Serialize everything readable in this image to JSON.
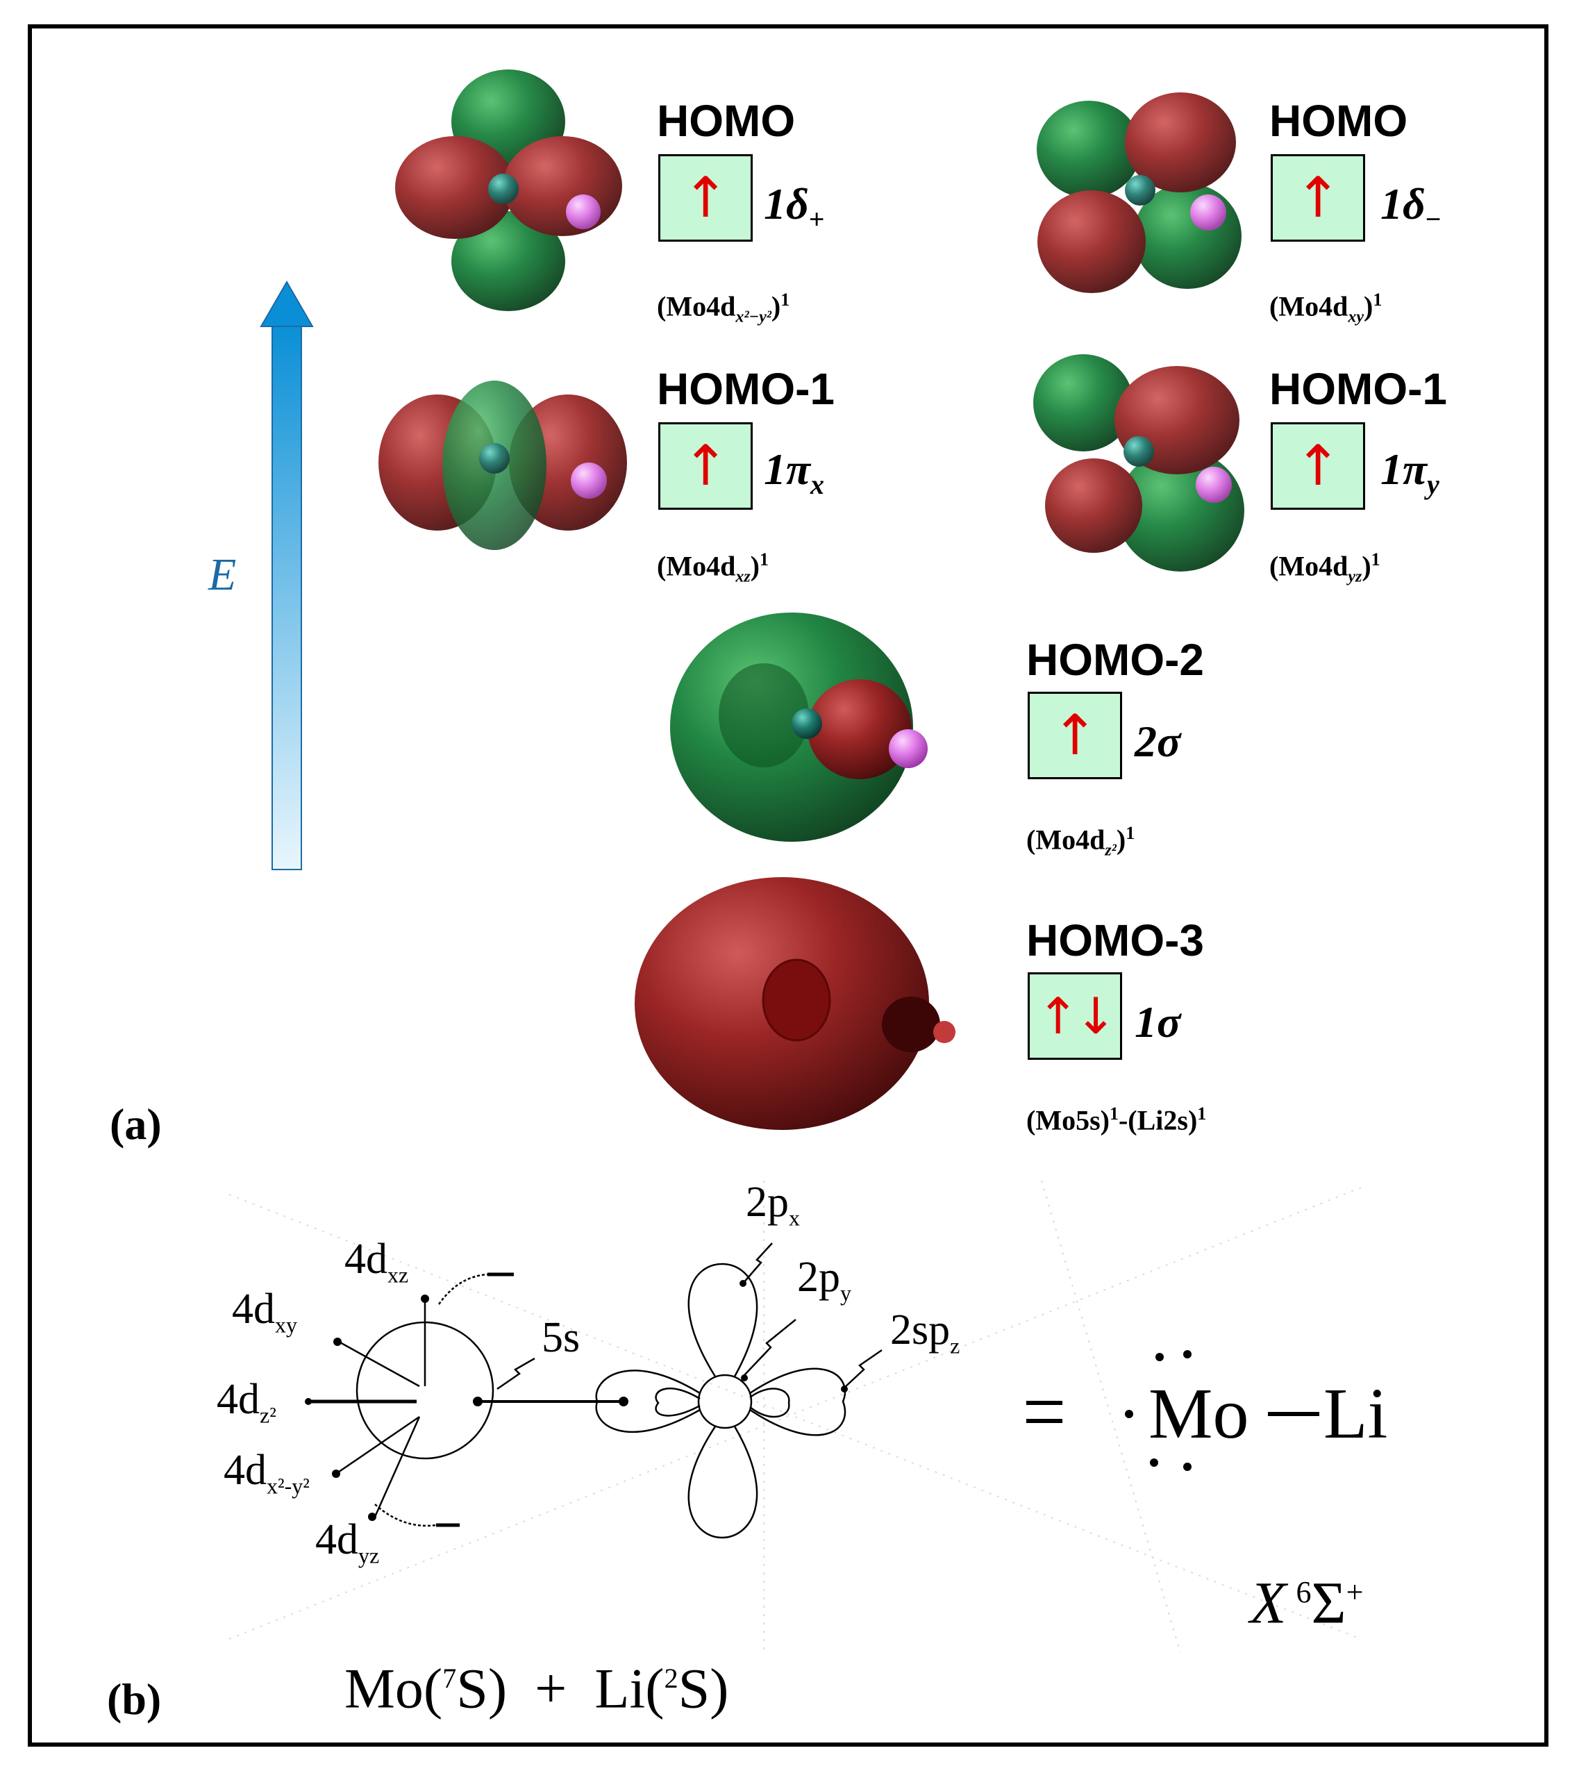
{
  "panel_a": {
    "label": "(a)",
    "energy_axis": "E",
    "orbitals": [
      {
        "level": "HOMO",
        "occupancy": "↑",
        "symbol": "1δ",
        "symbol_sub": "+",
        "config_base": "(Mo4d",
        "config_sub": "x²−y²",
        "config_tail": ")",
        "config_sup": "1"
      },
      {
        "level": "HOMO",
        "occupancy": "↑",
        "symbol": "1δ",
        "symbol_sub": "−",
        "config_base": "(Mo4d",
        "config_sub": "xy",
        "config_tail": ")",
        "config_sup": "1"
      },
      {
        "level": "HOMO-1",
        "occupancy": "↑",
        "symbol": "1π",
        "symbol_sub": "x",
        "config_base": "(Mo4d",
        "config_sub": "xz",
        "config_tail": ")",
        "config_sup": "1"
      },
      {
        "level": "HOMO-1",
        "occupancy": "↑",
        "symbol": "1π",
        "symbol_sub": "y",
        "config_base": "(Mo4d",
        "config_sub": "yz",
        "config_tail": ")",
        "config_sup": "1"
      },
      {
        "level": "HOMO-2",
        "occupancy": "↑",
        "symbol": "2σ",
        "symbol_sub": "",
        "config_base": "(Mo4d",
        "config_sub": "z²",
        "config_tail": ")",
        "config_sup": "1"
      },
      {
        "level": "HOMO-3",
        "occupancy": "↑↓",
        "symbol": "1σ",
        "symbol_sub": "",
        "config_base": "(Mo5s)",
        "config_sub": "",
        "config_tail": "-(Li2s)",
        "config_sup": "1"
      }
    ],
    "colors": {
      "positive_lobe": "#8f1d1d",
      "negative_lobe": "#137a2e",
      "li_atom": "#e07ae8",
      "mo_atom": "#1f7a6e",
      "box_fill": "#c6f7d6",
      "arrow": "#e00000",
      "energy": "#1b6aa5"
    }
  },
  "panel_b": {
    "label": "(b)",
    "mo_labels": {
      "dxz": "4d",
      "dxz_sub": "xz",
      "dxy": "4d",
      "dxy_sub": "xy",
      "dz2": "4d",
      "dz2_sub": "z²",
      "dx2y2": "4d",
      "dx2y2_sub": "x²-y²",
      "dyz": "4d",
      "dyz_sub": "yz",
      "s5": "5s"
    },
    "li_labels": {
      "px": "2p",
      "px_sub": "x",
      "py": "2p",
      "py_sub": "y",
      "spz": "2sp",
      "spz_sub": "z"
    },
    "equals": "=",
    "molecule": {
      "mo": "Mo",
      "li": "Li"
    },
    "state": {
      "x": "X",
      "mult": "6",
      "sym": "Σ",
      "sym_sup": "+"
    },
    "reactants": {
      "mo": "Mo(",
      "mo_sup": "7",
      "mo_tail": "S)",
      "plus": "+",
      "li": "Li(",
      "li_sup": "2",
      "li_tail": "S)"
    }
  }
}
